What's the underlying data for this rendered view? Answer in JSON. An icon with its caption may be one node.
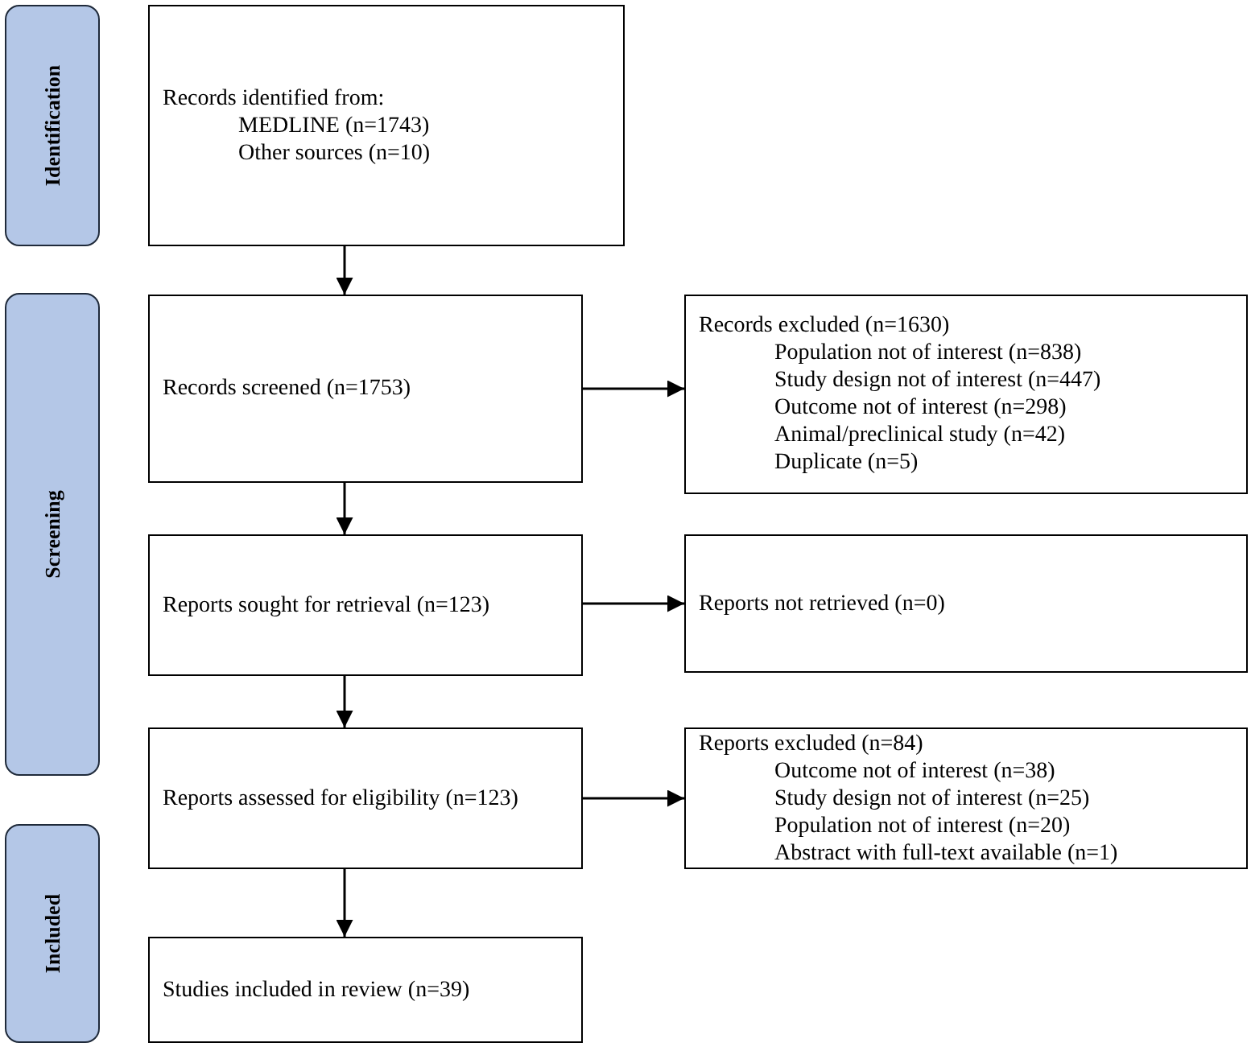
{
  "diagram": {
    "nodes": [
      {
        "text": [
          "Identification"
        ]
      },
      {
        "text": [
          "Records identified from:",
          "MEDLINE (n=1743)",
          "Other sources (n=10)"
        ]
      },
      {
        "text": [
          "Screening"
        ]
      },
      {
        "text": [
          "Records screened (n=1753)"
        ]
      },
      {
        "text": [
          "Records excluded (n=1630)",
          "Population not of interest (n=838)",
          "Study design not of interest (n=447)",
          "Outcome not of interest (n=298)",
          "Animal/preclinical study (n=42)",
          "Duplicate (n=5)"
        ]
      },
      {
        "text": [
          "Reports sought for retrieval (n=123)"
        ]
      },
      {
        "text": [
          "Reports not retrieved (n=0)"
        ]
      },
      {
        "text": [
          "Reports assessed for eligibility (n=123)"
        ]
      },
      {
        "text": [
          "Reports excluded (n=84)",
          "Outcome not of interest (n=38)",
          "Study design not of interest (n=25)",
          "Population not of interest (n=20)",
          "Abstract with full-text available (n=1)"
        ]
      },
      {
        "text": [
          "Included"
        ]
      },
      {
        "text": [
          "Studies included in review (n=39)"
        ]
      }
    ],
    "edges": [
      {
        "from": 1,
        "to": 3,
        "arrow": "to"
      },
      {
        "from": 3,
        "to": 4,
        "arrow": "to"
      },
      {
        "from": 3,
        "to": 5,
        "arrow": "to"
      },
      {
        "from": 5,
        "to": 6,
        "arrow": "to"
      },
      {
        "from": 5,
        "to": 7,
        "arrow": "to"
      },
      {
        "from": 7,
        "to": 8,
        "arrow": "to"
      },
      {
        "from": 7,
        "to": 10,
        "arrow": "to"
      }
    ]
  }
}
